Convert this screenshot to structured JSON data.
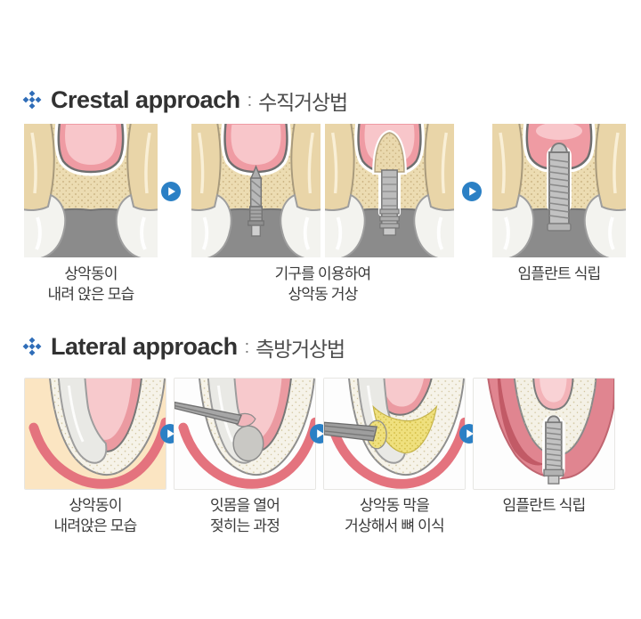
{
  "palette": {
    "accent_blue": "#2b80c5",
    "icon_blue": "#2f6db8",
    "heading_text": "#323232",
    "heading_ko_text": "#4d4d4d",
    "caption_text": "#3a3a3a",
    "bone_beige": "#ecdcb2",
    "sinus_pink": "#ef9ba3",
    "gum_red": "#e4737e",
    "graft_yellow": "#efe07e",
    "lateral_bg_peach": "#fbe5c2",
    "mouth_gray": "#8b8b8b"
  },
  "icons": {
    "heading_bullet": "diamond-cluster-icon",
    "step_arrow": "play-circle-arrow-icon"
  },
  "sections": [
    {
      "id": "crestal",
      "title_en": "Crestal approach",
      "separator": ":",
      "title_ko": "수직거상법",
      "captions": [
        [
          "상악동이",
          "내려 앉은 모습"
        ],
        [
          "기구를 이용하여",
          "상악동 거상"
        ],
        [
          "임플란트 식립"
        ]
      ]
    },
    {
      "id": "lateral",
      "title_en": "Lateral approach",
      "separator": ":",
      "title_ko": "측방거상법",
      "captions": [
        [
          "상악동이",
          "내려앉은 모습"
        ],
        [
          "잇몸을 열어",
          "젖히는 과정"
        ],
        [
          "상악동 막을",
          "거상해서 뼈 이식"
        ],
        [
          "임플란트 식립"
        ]
      ]
    }
  ]
}
